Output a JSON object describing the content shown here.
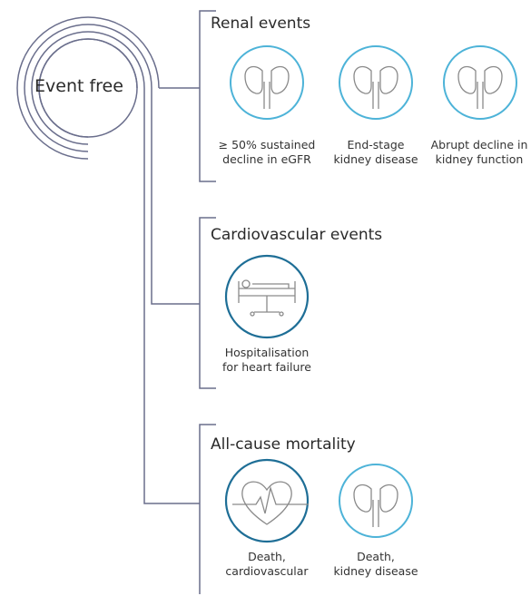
{
  "start": {
    "label": "Event free"
  },
  "sections": [
    {
      "title": "Renal events",
      "items": [
        {
          "icon": "kidney-icon",
          "caption_lines": [
            "≥ 50% sustained",
            "decline in eGFR"
          ]
        },
        {
          "icon": "kidney-icon",
          "caption_lines": [
            "End-stage",
            "kidney disease"
          ]
        },
        {
          "icon": "kidney-icon",
          "caption_lines": [
            "Abrupt decline in",
            "kidney function"
          ]
        }
      ]
    },
    {
      "title": "Cardiovascular events",
      "items": [
        {
          "icon": "hospital-bed-icon",
          "caption_lines": [
            "Hospitalisation",
            "for heart failure"
          ]
        }
      ]
    },
    {
      "title": "All-cause mortality",
      "items": [
        {
          "icon": "heartbeat-icon",
          "caption_lines": [
            "Death,",
            "cardiovascular"
          ]
        },
        {
          "icon": "kidney-icon",
          "caption_lines": [
            "Death,",
            "kidney disease"
          ]
        }
      ]
    }
  ],
  "colors": {
    "line": "#6a6e8c",
    "circle_light": "#4db3d8",
    "circle_dark": "#1e6e96",
    "icon_stroke": "#8a8a8a"
  }
}
